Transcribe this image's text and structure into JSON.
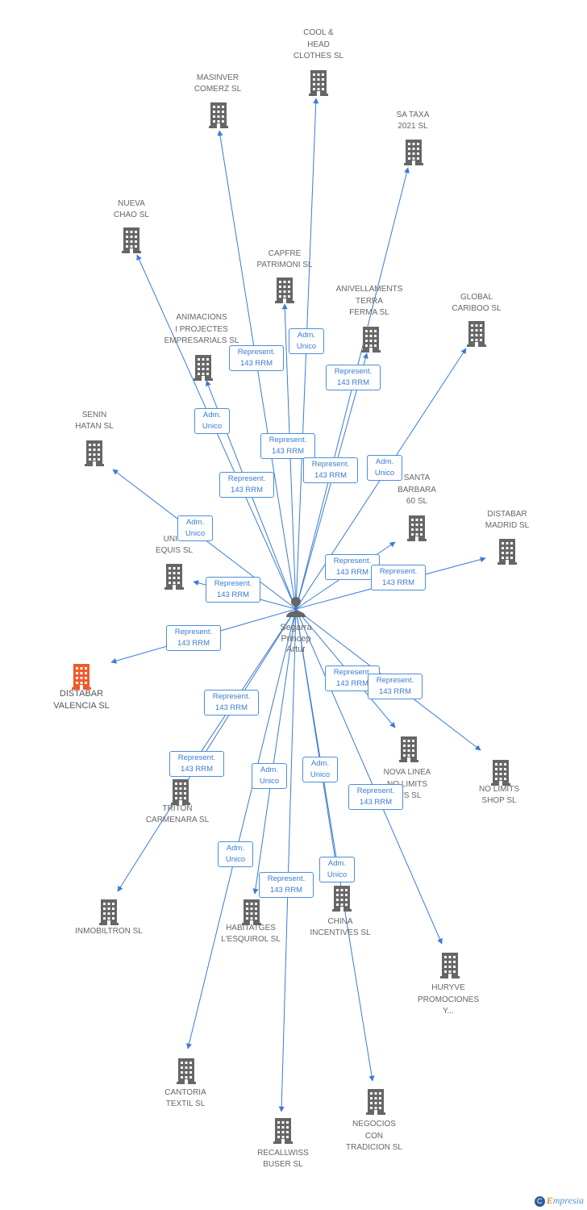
{
  "center": {
    "label": "Segarra\nPrincep\nArtur"
  },
  "colors": {
    "edge": "#3a7bd5",
    "node": "#666666",
    "focus": "#f05a28",
    "person": "#666666"
  },
  "nodes": [
    {
      "id": "cool",
      "label": "COOL &\nHEAD\nCLOTHES SL"
    },
    {
      "id": "masinver",
      "label": "MASINVER\nCOMERZ SL"
    },
    {
      "id": "sataxa",
      "label": "SA TAXA\n2021 SL"
    },
    {
      "id": "nueva",
      "label": "NUEVA\nCHAO SL"
    },
    {
      "id": "capfre",
      "label": "CAPFRE\nPATRIMONI SL"
    },
    {
      "id": "anivel",
      "label": "ANIVELLAMENTS\nTERRA\nFERMA SL"
    },
    {
      "id": "global",
      "label": "GLOBAL\nCARIBOO SL"
    },
    {
      "id": "animac",
      "label": "ANIMACIONS\nI PROJECTES\nEMPRESARIALS SL"
    },
    {
      "id": "senin",
      "label": "SENIN\nHATAN SL"
    },
    {
      "id": "santa",
      "label": "SANTA\nBARBARA\n60  SL"
    },
    {
      "id": "distmad",
      "label": "DISTABAR\nMADRID SL"
    },
    {
      "id": "uni",
      "label": "UNI S\nEQUIS SL"
    },
    {
      "id": "distval",
      "label": "DISTABAR\nVALENCIA SL",
      "focus": true
    },
    {
      "id": "nova",
      "label": "NOVA LINEA\nNO LIMITS\nRTS SL"
    },
    {
      "id": "nolim",
      "label": "NO LIMITS\nSHOP SL"
    },
    {
      "id": "triton",
      "label": "TRITON\nCARMENARA SL"
    },
    {
      "id": "inmob",
      "label": "INMOBILTRON SL"
    },
    {
      "id": "habit",
      "label": "HABITATGES\nL'ESQUIROL SL"
    },
    {
      "id": "china",
      "label": "CHINA\nINCENTIVES SL"
    },
    {
      "id": "huryve",
      "label": "HURYVE\nPROMOCIONES\nY..."
    },
    {
      "id": "cantoria",
      "label": "CANTORIA\nTEXTIL SL"
    },
    {
      "id": "negocios",
      "label": "NEGOCIOS\nCON\nTRADICION SL"
    },
    {
      "id": "recall",
      "label": "RECALLWISS\nBUSER SL"
    }
  ],
  "edge_labels": [
    {
      "text": "Adm.\nUnico"
    },
    {
      "text": "Represent.\n143 RRM"
    },
    {
      "text": "Represent.\n143 RRM"
    },
    {
      "text": "Adm.\nUnico"
    },
    {
      "text": "Represent.\n143 RRM"
    },
    {
      "text": "Represent.\n143 RRM"
    },
    {
      "text": "Represent.\n143 RRM"
    },
    {
      "text": "Adm.\nUnico"
    },
    {
      "text": "Adm.\nUnico"
    },
    {
      "text": "Represent.\n143 RRM"
    },
    {
      "text": "Represent.\n143 RRM"
    },
    {
      "text": "Represent.\n143 RRM"
    },
    {
      "text": "Represent.\n143 RRM"
    },
    {
      "text": "Represent.\n143 RRM"
    },
    {
      "text": "Represent.\n143 RRM"
    },
    {
      "text": "Represent.\n143 RRM"
    },
    {
      "text": "Represent.\n143 RRM"
    },
    {
      "text": "Adm.\nUnico"
    },
    {
      "text": "Adm.\nUnico"
    },
    {
      "text": "Represent.\n143 RRM"
    },
    {
      "text": "Adm.\nUnico"
    },
    {
      "text": "Represent.\n143 RRM"
    },
    {
      "text": "Adm.\nUnico"
    }
  ],
  "brand": {
    "letter": "C",
    "text": "mpresia",
    "accent": "E"
  }
}
